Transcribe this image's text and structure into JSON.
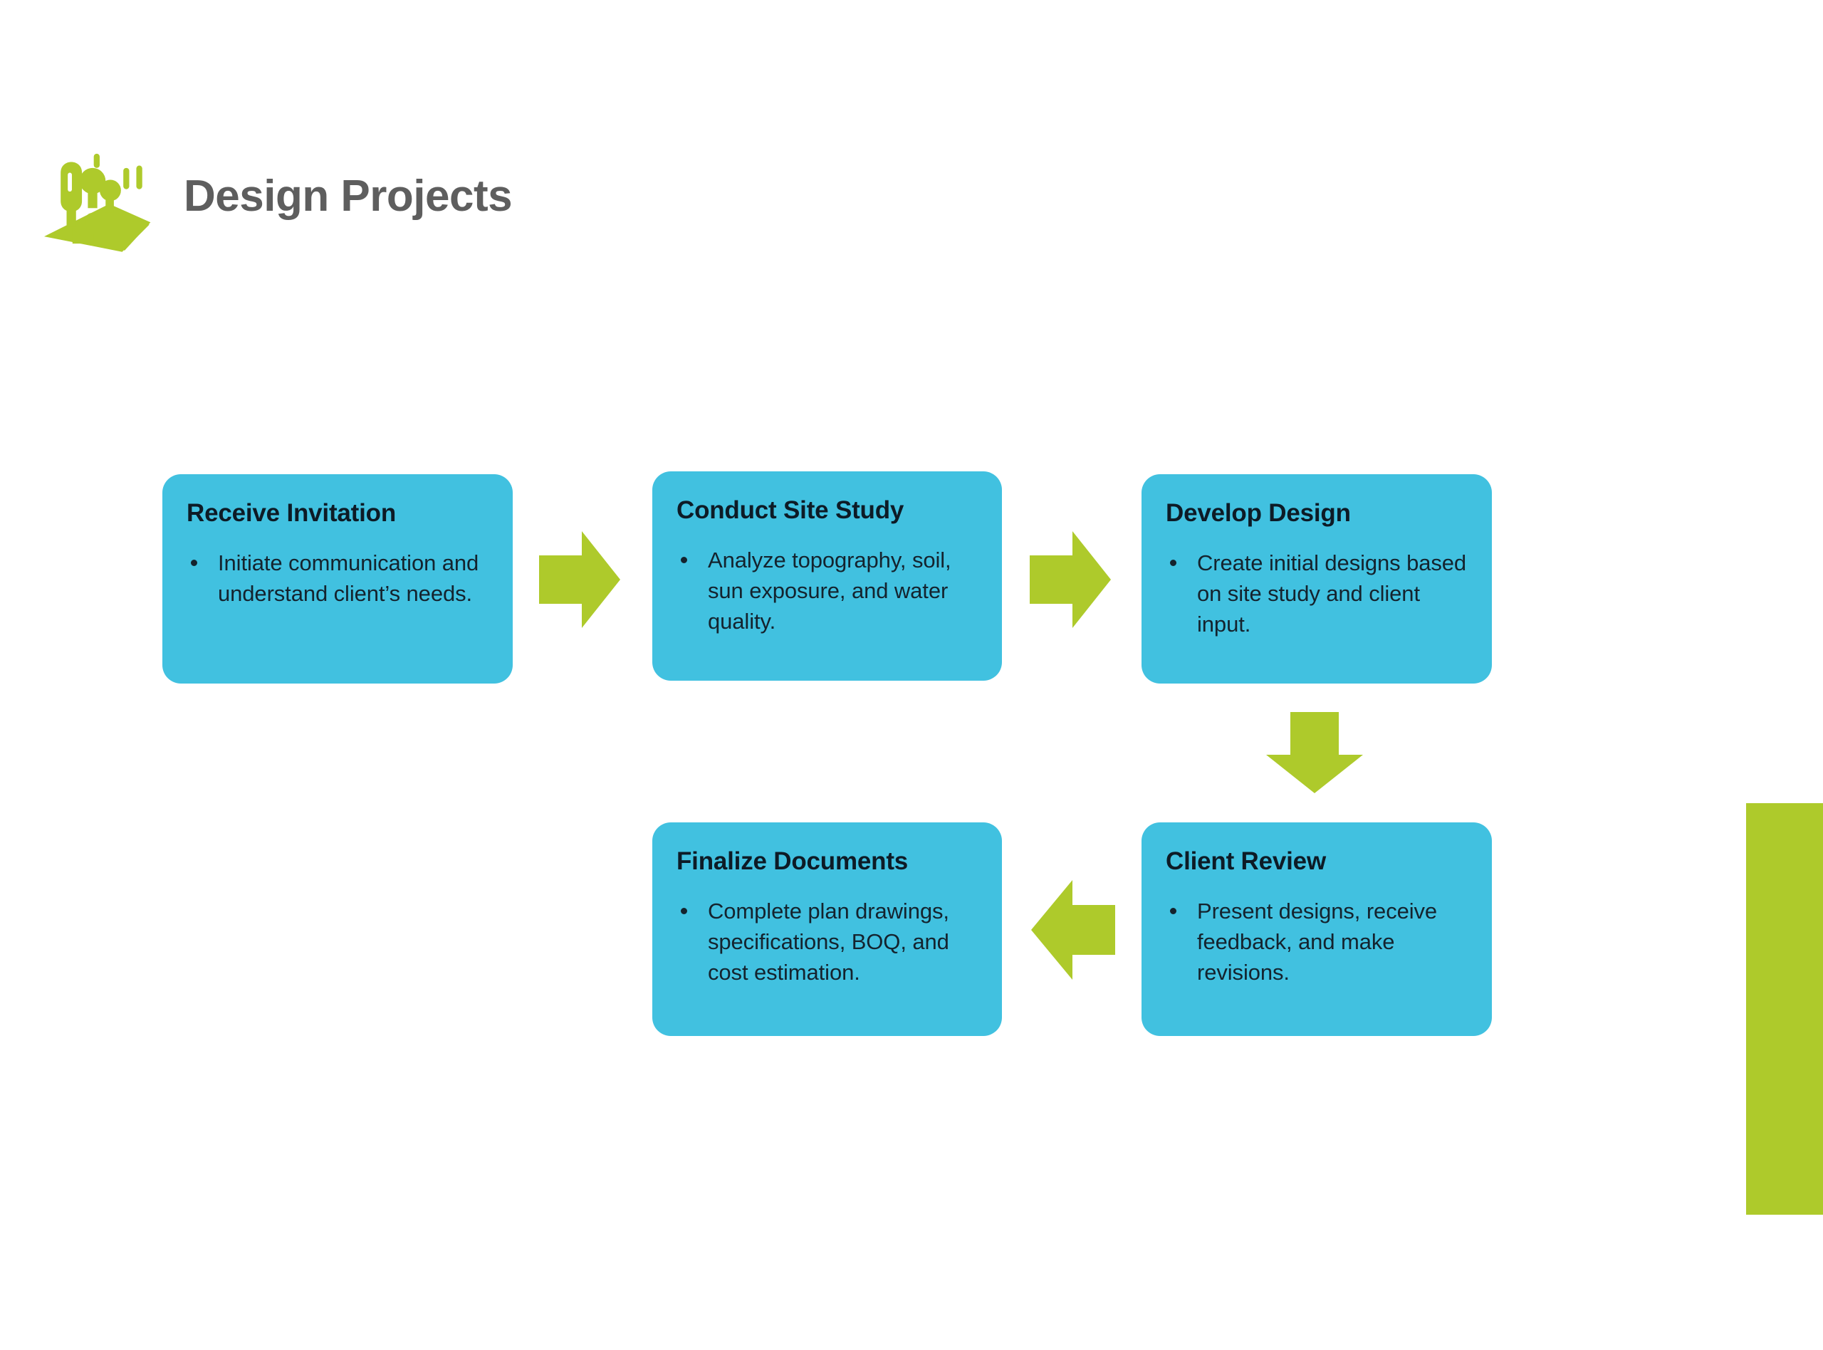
{
  "header": {
    "title": "Design Projects",
    "logo_icon": "landscape-garden-icon"
  },
  "theme": {
    "background": "#ffffff",
    "box_fill": "#41c1e0",
    "accent_green": "#aeca2b",
    "title_color": "#5e5e5e",
    "box_text_color": "#14232e"
  },
  "flow": {
    "steps": [
      {
        "id": "receive-invitation",
        "title": "Receive Invitation",
        "bullets": [
          "Initiate communication and understand client’s needs."
        ]
      },
      {
        "id": "conduct-site-study",
        "title": "Conduct Site Study",
        "bullets": [
          "Analyze topography, soil, sun exposure, and water quality."
        ]
      },
      {
        "id": "develop-design",
        "title": "Develop Design",
        "bullets": [
          "Create initial designs based on site study and client input."
        ]
      },
      {
        "id": "client-review",
        "title": "Client Review",
        "bullets": [
          "Present designs, receive feedback, and make revisions."
        ]
      },
      {
        "id": "finalize-documents",
        "title": "Finalize Documents",
        "bullets": [
          "Complete plan drawings, specifications, BOQ, and cost estimation."
        ]
      }
    ],
    "connectors": [
      {
        "id": "arrow-1",
        "icon": "arrow-right-icon",
        "from": "receive-invitation",
        "to": "conduct-site-study"
      },
      {
        "id": "arrow-2",
        "icon": "arrow-right-icon",
        "from": "conduct-site-study",
        "to": "develop-design"
      },
      {
        "id": "arrow-3",
        "icon": "arrow-down-icon",
        "from": "develop-design",
        "to": "client-review"
      },
      {
        "id": "arrow-4",
        "icon": "arrow-left-icon",
        "from": "client-review",
        "to": "finalize-documents"
      }
    ]
  },
  "decoration": {
    "green_bar_label": "accent-bar"
  }
}
